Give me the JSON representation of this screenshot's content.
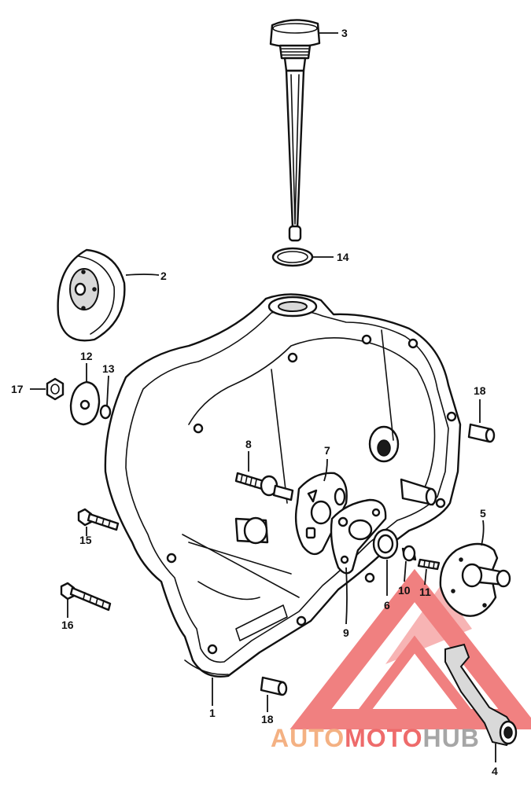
{
  "diagram": {
    "callouts": [
      {
        "id": "c1",
        "label": "1"
      },
      {
        "id": "c2",
        "label": "2"
      },
      {
        "id": "c3",
        "label": "3"
      },
      {
        "id": "c4",
        "label": "4"
      },
      {
        "id": "c5",
        "label": "5"
      },
      {
        "id": "c6",
        "label": "6"
      },
      {
        "id": "c7",
        "label": "7"
      },
      {
        "id": "c8",
        "label": "8"
      },
      {
        "id": "c9",
        "label": "9"
      },
      {
        "id": "c10",
        "label": "10"
      },
      {
        "id": "c11",
        "label": "11"
      },
      {
        "id": "c12",
        "label": "12"
      },
      {
        "id": "c13",
        "label": "13"
      },
      {
        "id": "c14",
        "label": "14"
      },
      {
        "id": "c15",
        "label": "15"
      },
      {
        "id": "c16",
        "label": "16"
      },
      {
        "id": "c17",
        "label": "17"
      },
      {
        "id": "c18a",
        "label": "18"
      },
      {
        "id": "c18b",
        "label": "18"
      }
    ]
  },
  "watermark": {
    "text_part1": "AUTO",
    "text_part2": "MOTO",
    "text_part3": "HUB",
    "color_orange": "#f4b183",
    "color_red": "#ee6b6b",
    "color_grey": "#a6a6a6"
  }
}
